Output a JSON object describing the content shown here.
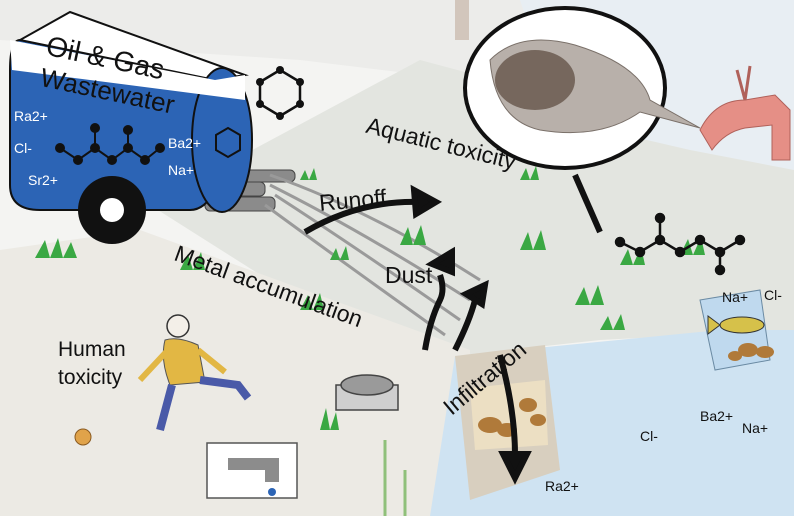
{
  "tank": {
    "title_line1": "Oil & Gas",
    "title_line2": "Wastewater",
    "ions_left": [
      "Ra2+",
      "Cl-",
      "Sr2+"
    ],
    "ions_right": [
      "Ba2+",
      "Na+"
    ]
  },
  "labels": {
    "runoff": "Runoff",
    "aquatic_toxicity": "Aquatic toxicity",
    "metal_accumulation": "Metal accumulation",
    "dust": "Dust",
    "infiltration": "Infiltration",
    "human_toxicity_line1": "Human",
    "human_toxicity_line2": "toxicity"
  },
  "ions": {
    "na_tank": "Na+",
    "cl_tank": "Cl-",
    "cl_ground": "Cl-",
    "ba_ground": "Ba2+",
    "na_ground": "Na+",
    "ra_bottom": "Ra2+"
  },
  "colors": {
    "tank_blue": "#2c64b5",
    "grass_green": "#3aa843",
    "water_blue": "#cfe3f2",
    "soil_brown": "#b07a3a",
    "deer": "#e58f86",
    "fish_yellow": "#d6c14a"
  }
}
